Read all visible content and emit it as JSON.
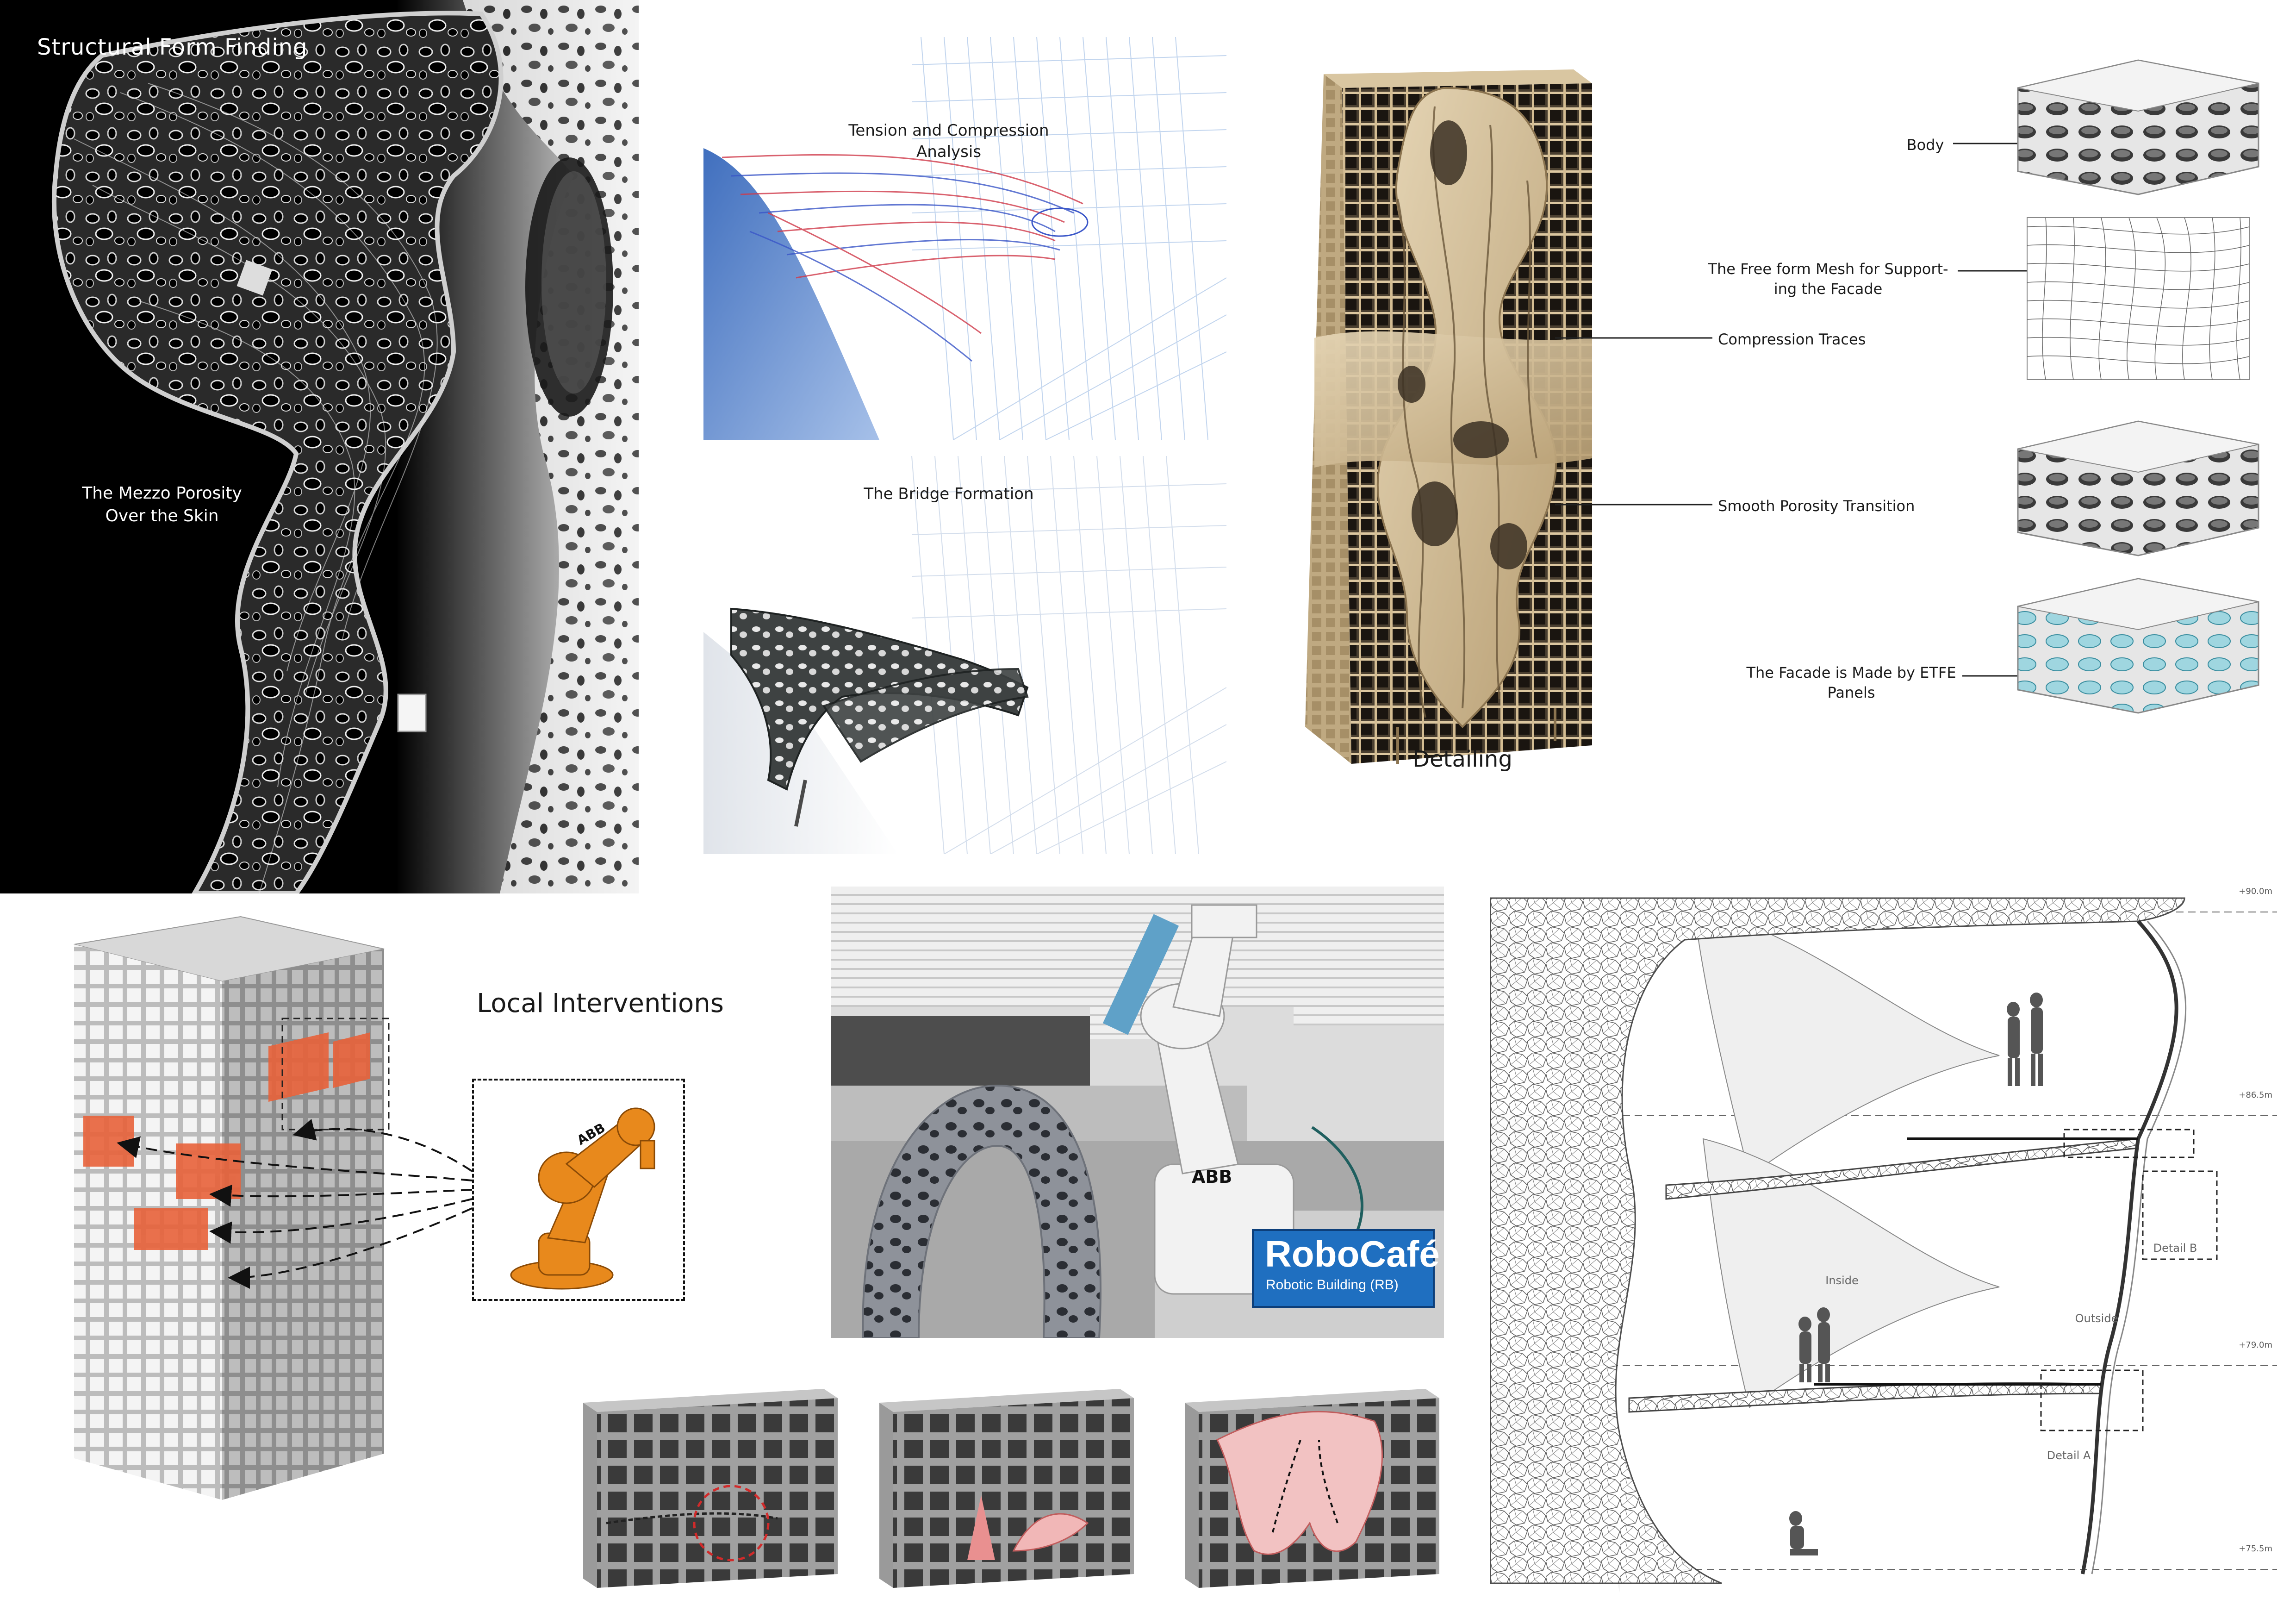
{
  "panels": {
    "structural": {
      "title": "Structural Form Finding",
      "porosity_label": [
        "The Mezzo Porosity",
        "Over the Skin"
      ]
    },
    "tension": {
      "title": [
        "Tension and Compression",
        "Analysis"
      ]
    },
    "bridge": {
      "title": "The Bridge Formation"
    },
    "detailing": {
      "title": "Detailing",
      "callouts": {
        "compression": "Compression Traces",
        "porosity": "Smooth Porosity Transition"
      }
    },
    "components": {
      "body": "Body",
      "mesh": [
        "The Free form Mesh for Support-",
        "ing the Facade"
      ],
      "facade": [
        "The Facade is Made by ETFE",
        "Panels"
      ]
    },
    "local": {
      "title": "Local Interventions",
      "robot_brand": "ABB"
    },
    "robocafe": {
      "brand": "RoboCafé",
      "subtitle": "Robotic Building (RB)",
      "robot_logo": "ABB"
    },
    "section": {
      "levels": [
        "+90.0m",
        "+86.5m",
        "+79.0m",
        "+75.5m"
      ],
      "inside": "Inside",
      "outside": "Outside",
      "detail_a": "Detail A",
      "detail_b": "Detail B"
    }
  },
  "colors": {
    "accent_orange": "#e8623a",
    "robot_orange": "#e8891c",
    "sand": "#cdb68f",
    "robocafe_blue": "#1f6fc0"
  }
}
